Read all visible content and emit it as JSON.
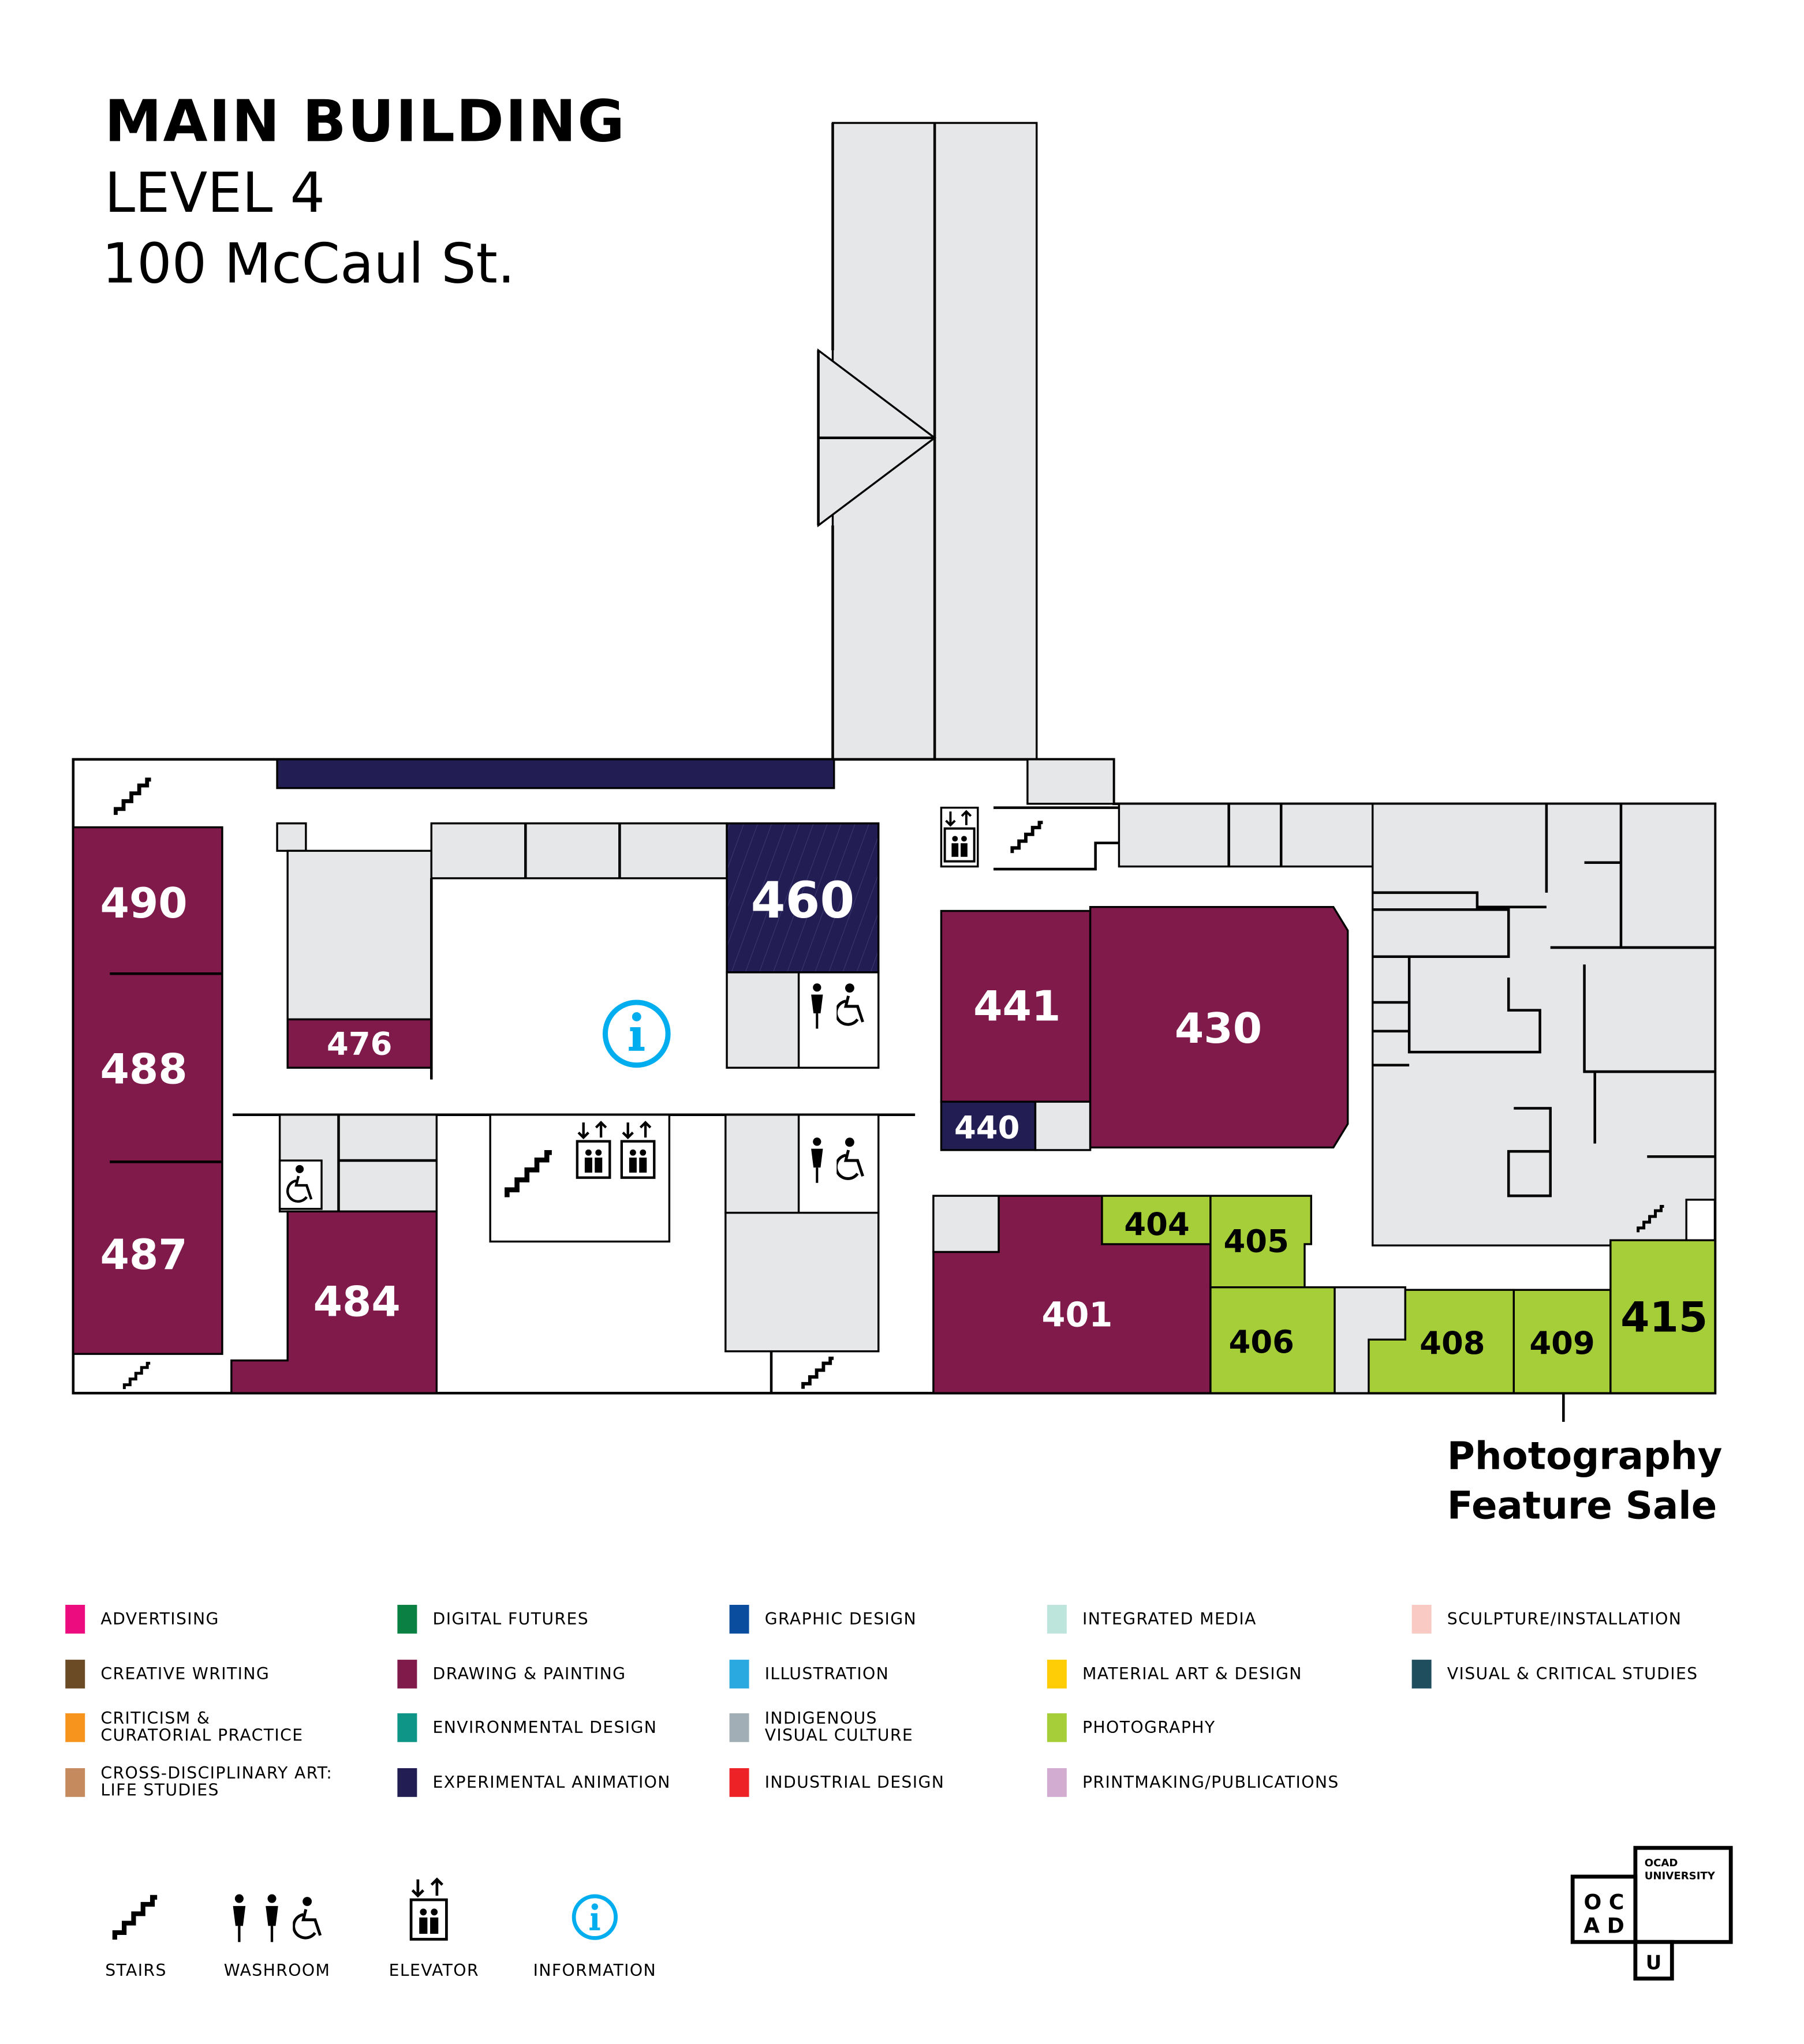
{
  "header": {
    "title": "MAIN BUILDING",
    "level": "LEVEL 4",
    "address": "100 McCaul St."
  },
  "colors": {
    "drawing_painting": "#7f1a4b",
    "experimental_animation": "#221d53",
    "photography": "#a6ce39",
    "unassigned": "#e6e7e8",
    "info": "#00aeef"
  },
  "rooms": {
    "r490": "490",
    "r488": "488",
    "r487": "487",
    "r476": "476",
    "r460": "460",
    "r484": "484",
    "r441": "441",
    "r430": "430",
    "r440": "440",
    "r401": "401",
    "r404": "404",
    "r405": "405",
    "r406": "406",
    "r408": "408",
    "r409": "409",
    "r415": "415"
  },
  "callout": {
    "line1": "Photography",
    "line2": "Feature Sale"
  },
  "legend": [
    {
      "label": "ADVERTISING",
      "color": "#ec0c7f"
    },
    {
      "label": "CREATIVE WRITING",
      "color": "#6b4a26"
    },
    {
      "label": "CRITICISM &",
      "label2": "CURATORIAL PRACTICE",
      "color": "#f7941d"
    },
    {
      "label": "CROSS-DISCIPLINARY ART:",
      "label2": "LIFE STUDIES",
      "color": "#c58b5e"
    },
    {
      "label": "DIGITAL FUTURES",
      "color": "#0a8043"
    },
    {
      "label": "DRAWING & PAINTING",
      "color": "#7f1a4b"
    },
    {
      "label": "ENVIRONMENTAL DESIGN",
      "color": "#0f9488"
    },
    {
      "label": "EXPERIMENTAL ANIMATION",
      "color": "#221d53"
    },
    {
      "label": "GRAPHIC DESIGN",
      "color": "#0a4d9e"
    },
    {
      "label": "ILLUSTRATION",
      "color": "#2aa8e0"
    },
    {
      "label": "INDIGENOUS",
      "label2": "VISUAL CULTURE",
      "color": "#a2aeb5"
    },
    {
      "label": "INDUSTRIAL DESIGN",
      "color": "#ec2227"
    },
    {
      "label": "INTEGRATED MEDIA",
      "color": "#bde5dc"
    },
    {
      "label": "MATERIAL ART & DESIGN",
      "color": "#ffcd05"
    },
    {
      "label": "PHOTOGRAPHY",
      "color": "#a6ce39"
    },
    {
      "label": "PRINTMAKING/PUBLICATIONS",
      "color": "#d3acd1"
    },
    {
      "label": "SCULPTURE/INSTALLATION",
      "color": "#f9c9c3"
    },
    {
      "label": "VISUAL & CRITICAL STUDIES",
      "color": "#1f4e5f"
    }
  ],
  "icons": {
    "stairs": "STAIRS",
    "washroom": "WASHROOM",
    "elevator": "ELEVATOR",
    "information": "INFORMATION"
  },
  "logo": {
    "top": "OCAD",
    "top2": "UNIVERSITY",
    "l1": "O C",
    "l2": "A D",
    "u": "U"
  }
}
